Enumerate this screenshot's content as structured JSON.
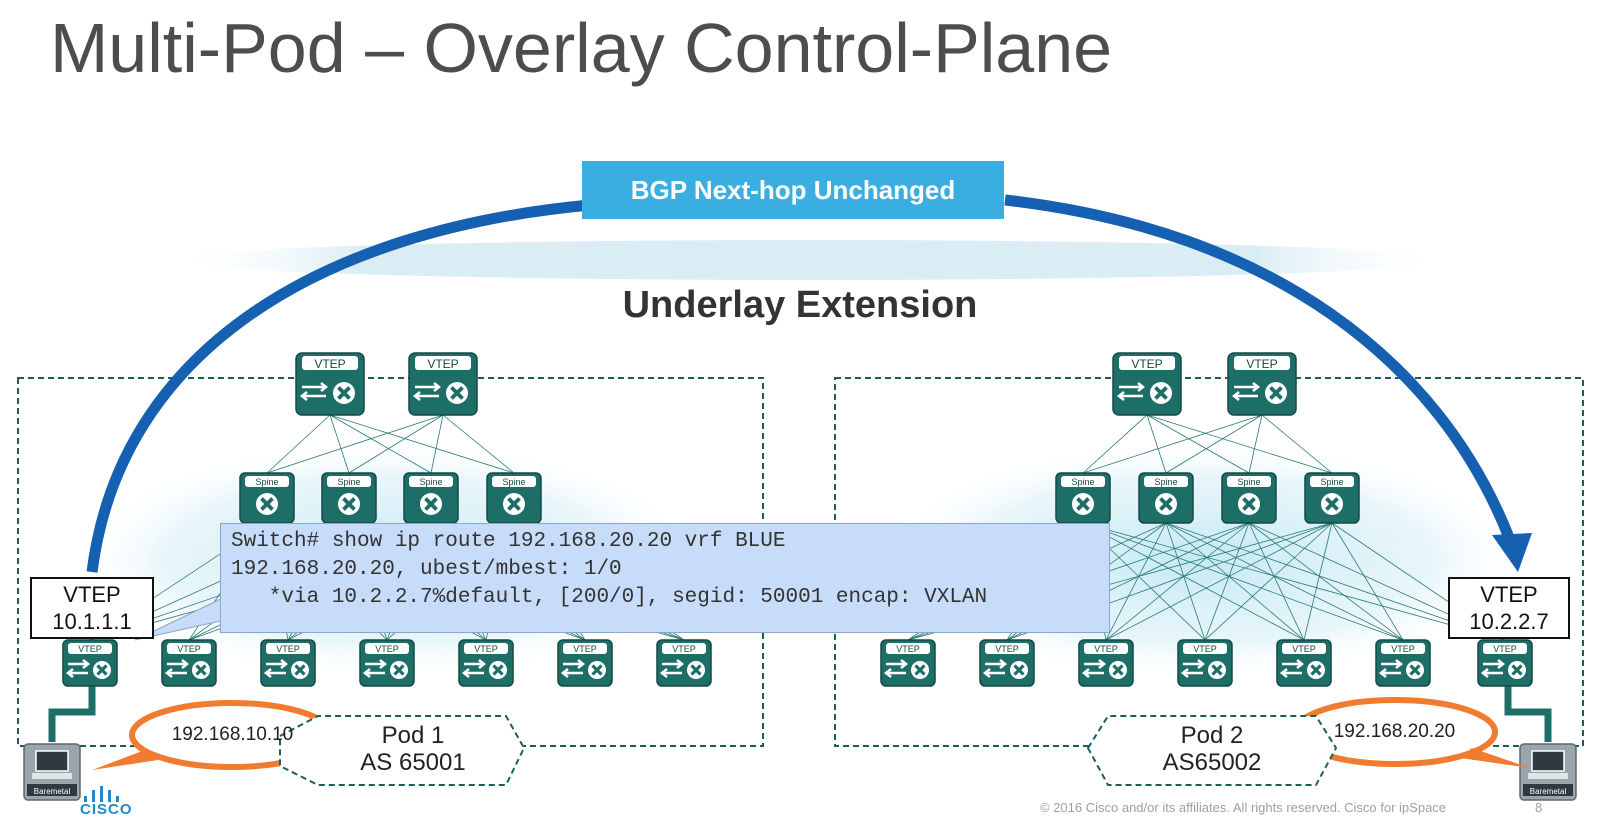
{
  "slide": {
    "title": "Multi-Pod – Overlay Control-Plane",
    "banner": "BGP Next-hop Unchanged",
    "underlay_title": "Underlay Extension"
  },
  "switch_labels": {
    "vtep": "VTEP",
    "spine": "Spine",
    "baremetal": "Baremetal"
  },
  "pod1": {
    "name": "Pod 1",
    "as": "AS 65001",
    "vtep_name": "VTEP",
    "vtep_ip": "10.1.1.1",
    "host_ip": "192.168.10.10"
  },
  "pod2": {
    "name": "Pod 2",
    "as": "AS65002",
    "vtep_name": "VTEP",
    "vtep_ip": "10.2.2.7",
    "host_ip": "192.168.20.20"
  },
  "cli": {
    "line1": "Switch# show ip route 192.168.20.20 vrf BLUE",
    "line2": "192.168.20.20, ubest/mbest: 1/0",
    "line3": "   *via 10.2.2.7%default, [200/0], segid: 50001 encap: VXLAN"
  },
  "footer": {
    "copyright": "© 2016  Cisco and/or its affiliates. All rights reserved.   Cisco for ipSpace",
    "page": "8",
    "logo_text": "CISCO"
  },
  "colors": {
    "banner": "#3aaee0",
    "arc": "#1560b0",
    "switch": "#1e6e68",
    "cli_bg": "#c6dcf8",
    "callout": "#f07c30"
  }
}
